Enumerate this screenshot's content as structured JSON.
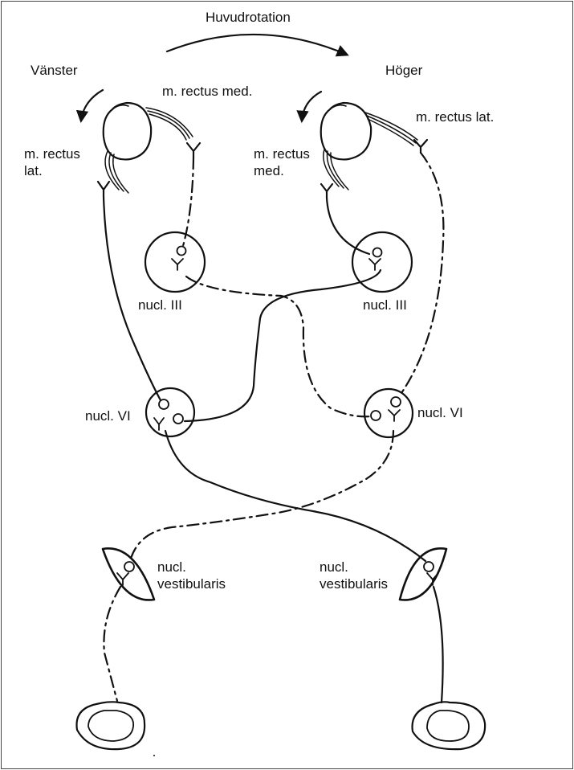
{
  "labels": {
    "head_rotation": "Huvudrotation",
    "left": "Vänster",
    "right": "Höger",
    "left_rectus_med": "m. rectus med.",
    "left_rectus_lat_1": "m. rectus",
    "left_rectus_lat_2": "lat.",
    "right_rectus_lat": "m. rectus lat.",
    "right_rectus_med_1": "m. rectus",
    "right_rectus_med_2": "med.",
    "left_nucl_iii": "nucl. III",
    "right_nucl_iii": "nucl. III",
    "left_nucl_vi": "nucl. VI",
    "right_nucl_vi": "nucl. VI",
    "left_vestibular_1": "nucl.",
    "left_vestibular_2": "vestibularis",
    "right_vestibular_1": "nucl.",
    "right_vestibular_2": "vestibularis"
  },
  "colors": {
    "ink": "#111111",
    "background": "#ffffff"
  }
}
